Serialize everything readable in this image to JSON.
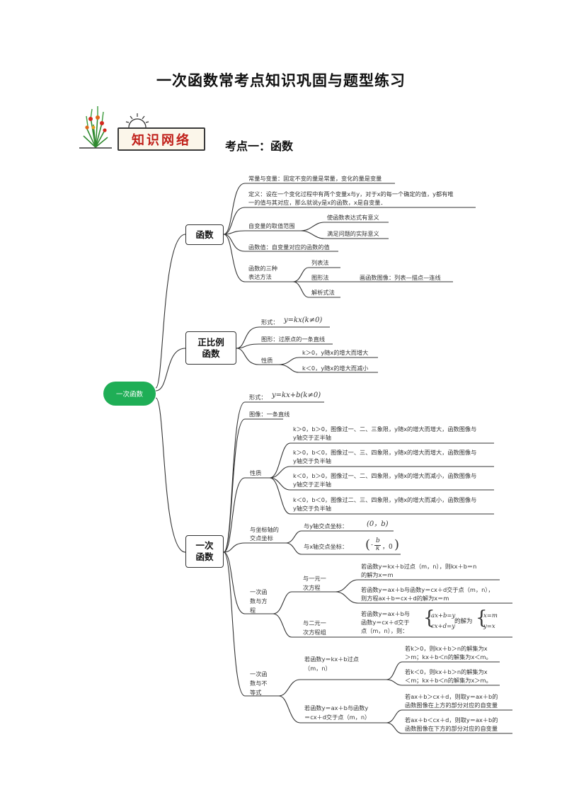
{
  "doc_title": "一次函数常考点知识巩固与题型练习",
  "banner_label": "知识网络",
  "section_title": "考点一：函数",
  "root_label": "一次函数",
  "branch_function": {
    "label": "函数",
    "constant_variable": "常量与变量：固定不变的量是常量，变化的量是变量",
    "definition_line1": "定义：设在一个变化过程中有两个变量x与y，对于x的每一个确定的值，y都有唯",
    "definition_line2": "一的值与其对应，那么就说y是x的函数，x是自变量．",
    "domain": "自变量的取值范围",
    "domain_item1": "使函数表达式有意义",
    "domain_item2": "满足问题的实际意义",
    "value": "函数值：自变量对应的函数的值",
    "repr_line1": "函数的三种",
    "repr_line2": "表达方法",
    "repr_list": "列表法",
    "repr_graph": "图形法",
    "repr_graph_note": "画函数图像：列表—描点—连线",
    "repr_formula": "解析式法"
  },
  "branch_proportional": {
    "label_line1": "正比例",
    "label_line2": "函数",
    "form_label": "形式：",
    "form_formula": "y=kx(k≠0)",
    "graph": "图形：过原点的一条直线",
    "property": "性质",
    "prop1": "k＞0，y随x的增大而增大",
    "prop2": "k＜0，y随x的增大而减小"
  },
  "branch_linear": {
    "label_line1": "一次",
    "label_line2": "函数",
    "form_label": "形式：",
    "form_formula": "y=kx+b(k≠0)",
    "graph": "图像：一条直线",
    "property": "性质",
    "prop1_line1": "k＞0，b＞0，图像过一、二、三象限，y随x的增大而增大，函数图像与",
    "prop1_line2": "y轴交于正半轴",
    "prop2_line1": "k＞0，b＜0，图像过一、三、四象限，y随x的增大而增大，函数图像与",
    "prop2_line2": "y轴交于负半轴",
    "prop3_line1": "k＜0，b＞0，图像过一、二、四象限，y随x的增大而减小，函数图像与",
    "prop3_line2": "y轴交于正半轴",
    "prop4_line1": "k＜0，b＜0，图像过二、三、四象限，y随x的增大而减小，函数图像与",
    "prop4_line2": "y轴交于负半轴",
    "axis_line1": "与坐标轴的",
    "axis_line2": "交点坐标",
    "axis_y": "与y轴交点坐标：",
    "axis_y_val": "(0，b)",
    "axis_x": "与x轴交点坐标：",
    "axis_x_num": "b",
    "axis_x_den": "k",
    "eq_line1": "一次函",
    "eq_line2": "数与方",
    "eq_line3": "程",
    "eq1_line1": "与一元一",
    "eq1_line2": "次方程",
    "eq1a_line1": "若函数y＝kx＋b过点（m，n），则kx＋b＝n",
    "eq1a_line2": "的解为x＝m",
    "eq1b_line1": "若函数y＝ax＋b与函数y＝cx＋d交于点（m，n），",
    "eq1b_line2": "则方程ax＋b＝cx＋d的解为x＝m",
    "eq2_line1": "与二元一",
    "eq2_line2": "次方程组",
    "eq2_text_line1": "若函数y＝ax＋b与",
    "eq2_text_line2": "函数y＝cx＋d交于",
    "eq2_text_line3": "点（m，n），则：",
    "sys1_top": "ax+b=y",
    "sys1_bot": "cx+d=y",
    "sys_mid": "的解为",
    "sys2_top": "x=m",
    "sys2_bot": "y=x",
    "ineq_line1": "一次函",
    "ineq_line2": "数与不",
    "ineq_line3": "等式",
    "ineq1_line1": "若函数y＝kx＋b过点",
    "ineq1_line2": "（m，n）",
    "ineq1a_line1": "若k＞0，则kx＋b＞n的解集为x",
    "ineq1a_line2": "＞m；kx＋b＜n的解集为x＜m。",
    "ineq1b_line1": "若k＜0，则kx＋b＞n的解集为x",
    "ineq1b_line2": "＜m；kx＋b＜n的解集为x＞m。",
    "ineq2_line1": "若函数y＝ax＋b与函数y",
    "ineq2_line2": "＝cx＋d交于点（m，n）",
    "ineq2a_line1": "若ax＋b＞cx＋d，则取y＝ax＋b的",
    "ineq2a_line2": "函数图像在上方的部分对应的自变量",
    "ineq2b_line1": "若ax＋b＜cx＋d，则取y＝ax＋b的",
    "ineq2b_line2": "函数图像在下方的部分对应的自变量"
  }
}
